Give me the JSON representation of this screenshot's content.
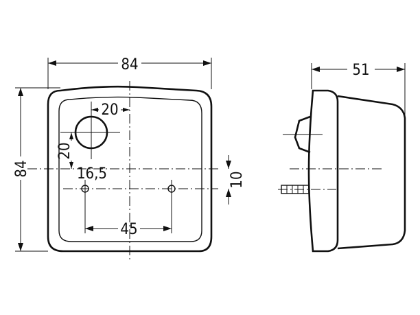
{
  "dimensions": {
    "front_width": "84",
    "front_height": "84",
    "hole_offset_x": "20",
    "hole_offset_y": "20",
    "center_offset": "16,5",
    "vertical_gap": "10",
    "stud_spacing": "45",
    "side_depth": "51"
  },
  "colors": {
    "line": "#111111",
    "background": "#ffffff"
  }
}
